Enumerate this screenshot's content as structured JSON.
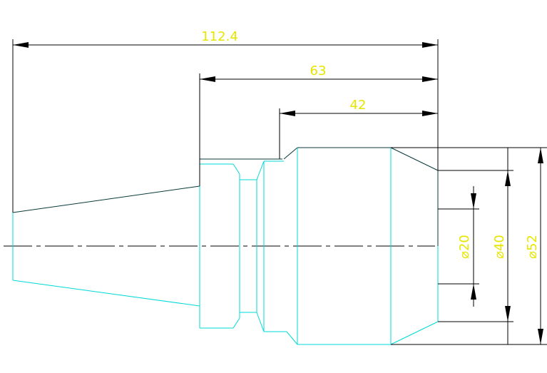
{
  "dimensions": {
    "overall_length": "112.4",
    "shank_length": "63",
    "body_length": "42",
    "dia_small": "⌀20",
    "dia_mid": "⌀40",
    "dia_large": "⌀52"
  },
  "colors": {
    "part_lines": "#00d8d8",
    "part_edges_dark": "#083a3a",
    "dimension_lines": "#000000",
    "dimension_text": "#e6e600",
    "background": "#ffffff"
  }
}
